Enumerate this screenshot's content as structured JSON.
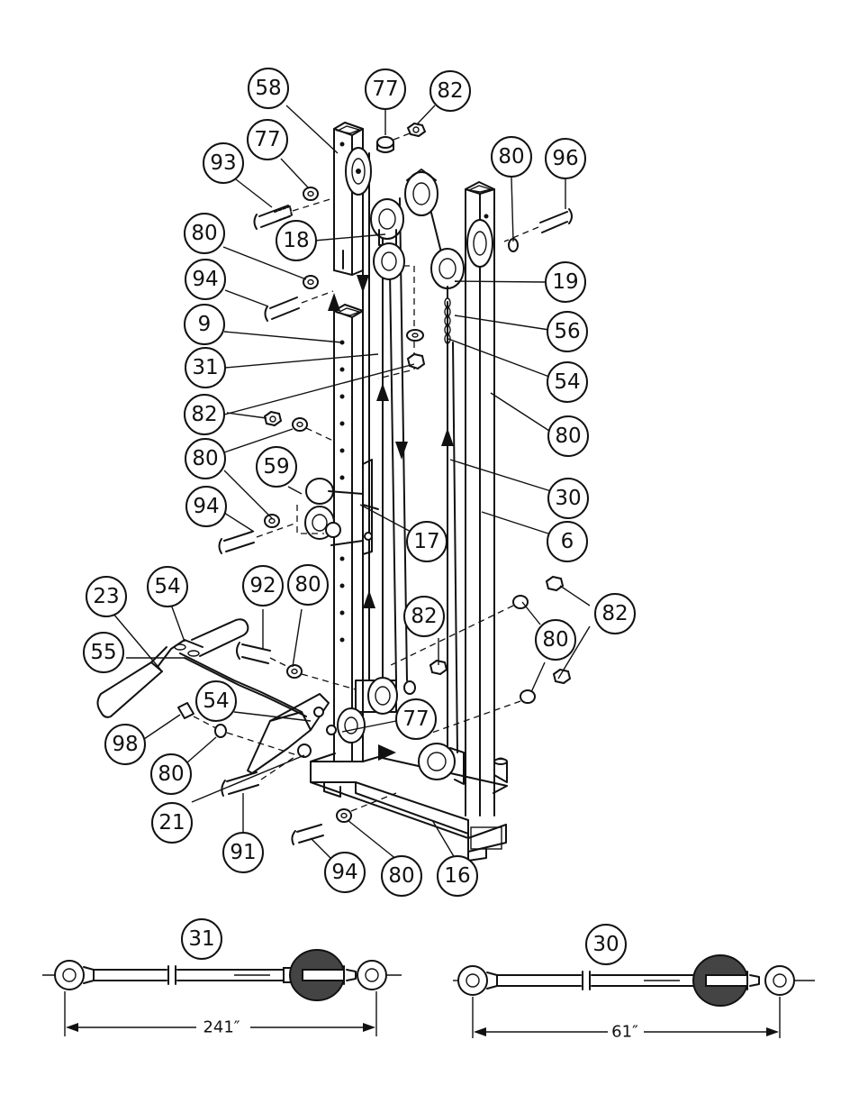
{
  "callouts": {
    "c58": "58",
    "c77a": "77",
    "c82a": "82",
    "c77b": "77",
    "c93": "93",
    "c80a": "80",
    "c96": "96",
    "c18": "18",
    "c80b": "80",
    "c19": "19",
    "c94a": "94",
    "c56": "56",
    "c9": "9",
    "c31": "31",
    "c54a": "54",
    "c82b": "82",
    "c80c": "80",
    "c80d": "80",
    "c59": "59",
    "c30": "30",
    "c94b": "94",
    "c17": "17",
    "c6": "6",
    "c23": "23",
    "c54b": "54",
    "c92": "92",
    "c80e": "80",
    "c82c": "82",
    "c82d": "82",
    "c80f": "80",
    "c55": "55",
    "c54c": "54",
    "c77c": "77",
    "c98": "98",
    "c80g": "80",
    "c21": "21",
    "c91": "91",
    "c94c": "94",
    "c80h": "80",
    "c16": "16",
    "c31b": "31",
    "c30b": "30"
  },
  "cables": {
    "cable_31": {
      "part": "31",
      "length": "241″"
    },
    "cable_30": {
      "part": "30",
      "length": "61″"
    }
  }
}
